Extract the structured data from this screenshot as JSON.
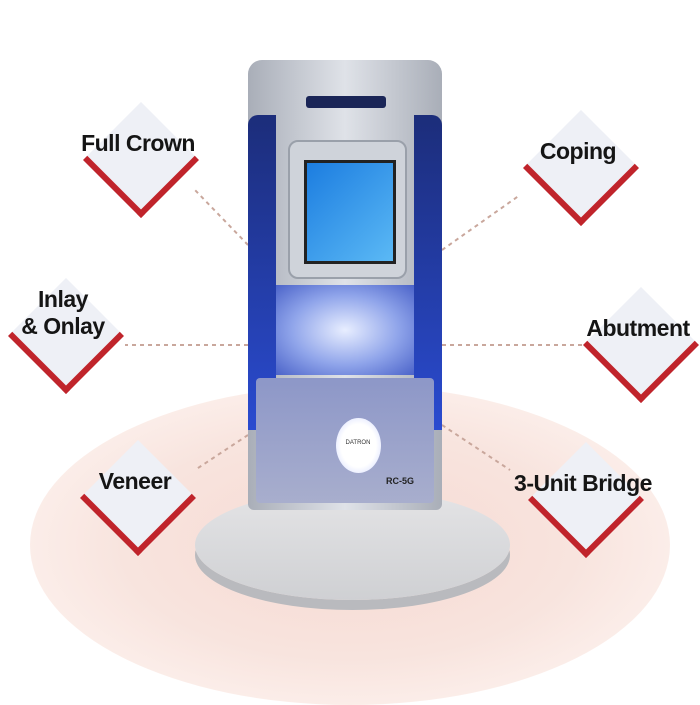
{
  "product": {
    "brand": "DATRON",
    "model": "RC-5G"
  },
  "applications": [
    {
      "label": "Full Crown"
    },
    {
      "label": "Coping"
    },
    {
      "label": "Inlay\n& Onlay",
      "line1": "Inlay",
      "line2": "& Onlay"
    },
    {
      "label": "Abutment"
    },
    {
      "label": "Veneer"
    },
    {
      "label": "3-Unit Bridge"
    }
  ],
  "colors": {
    "accent": "#c0242b",
    "arrow": "#c9a79c",
    "machine_blue": "#2a4bd0"
  }
}
